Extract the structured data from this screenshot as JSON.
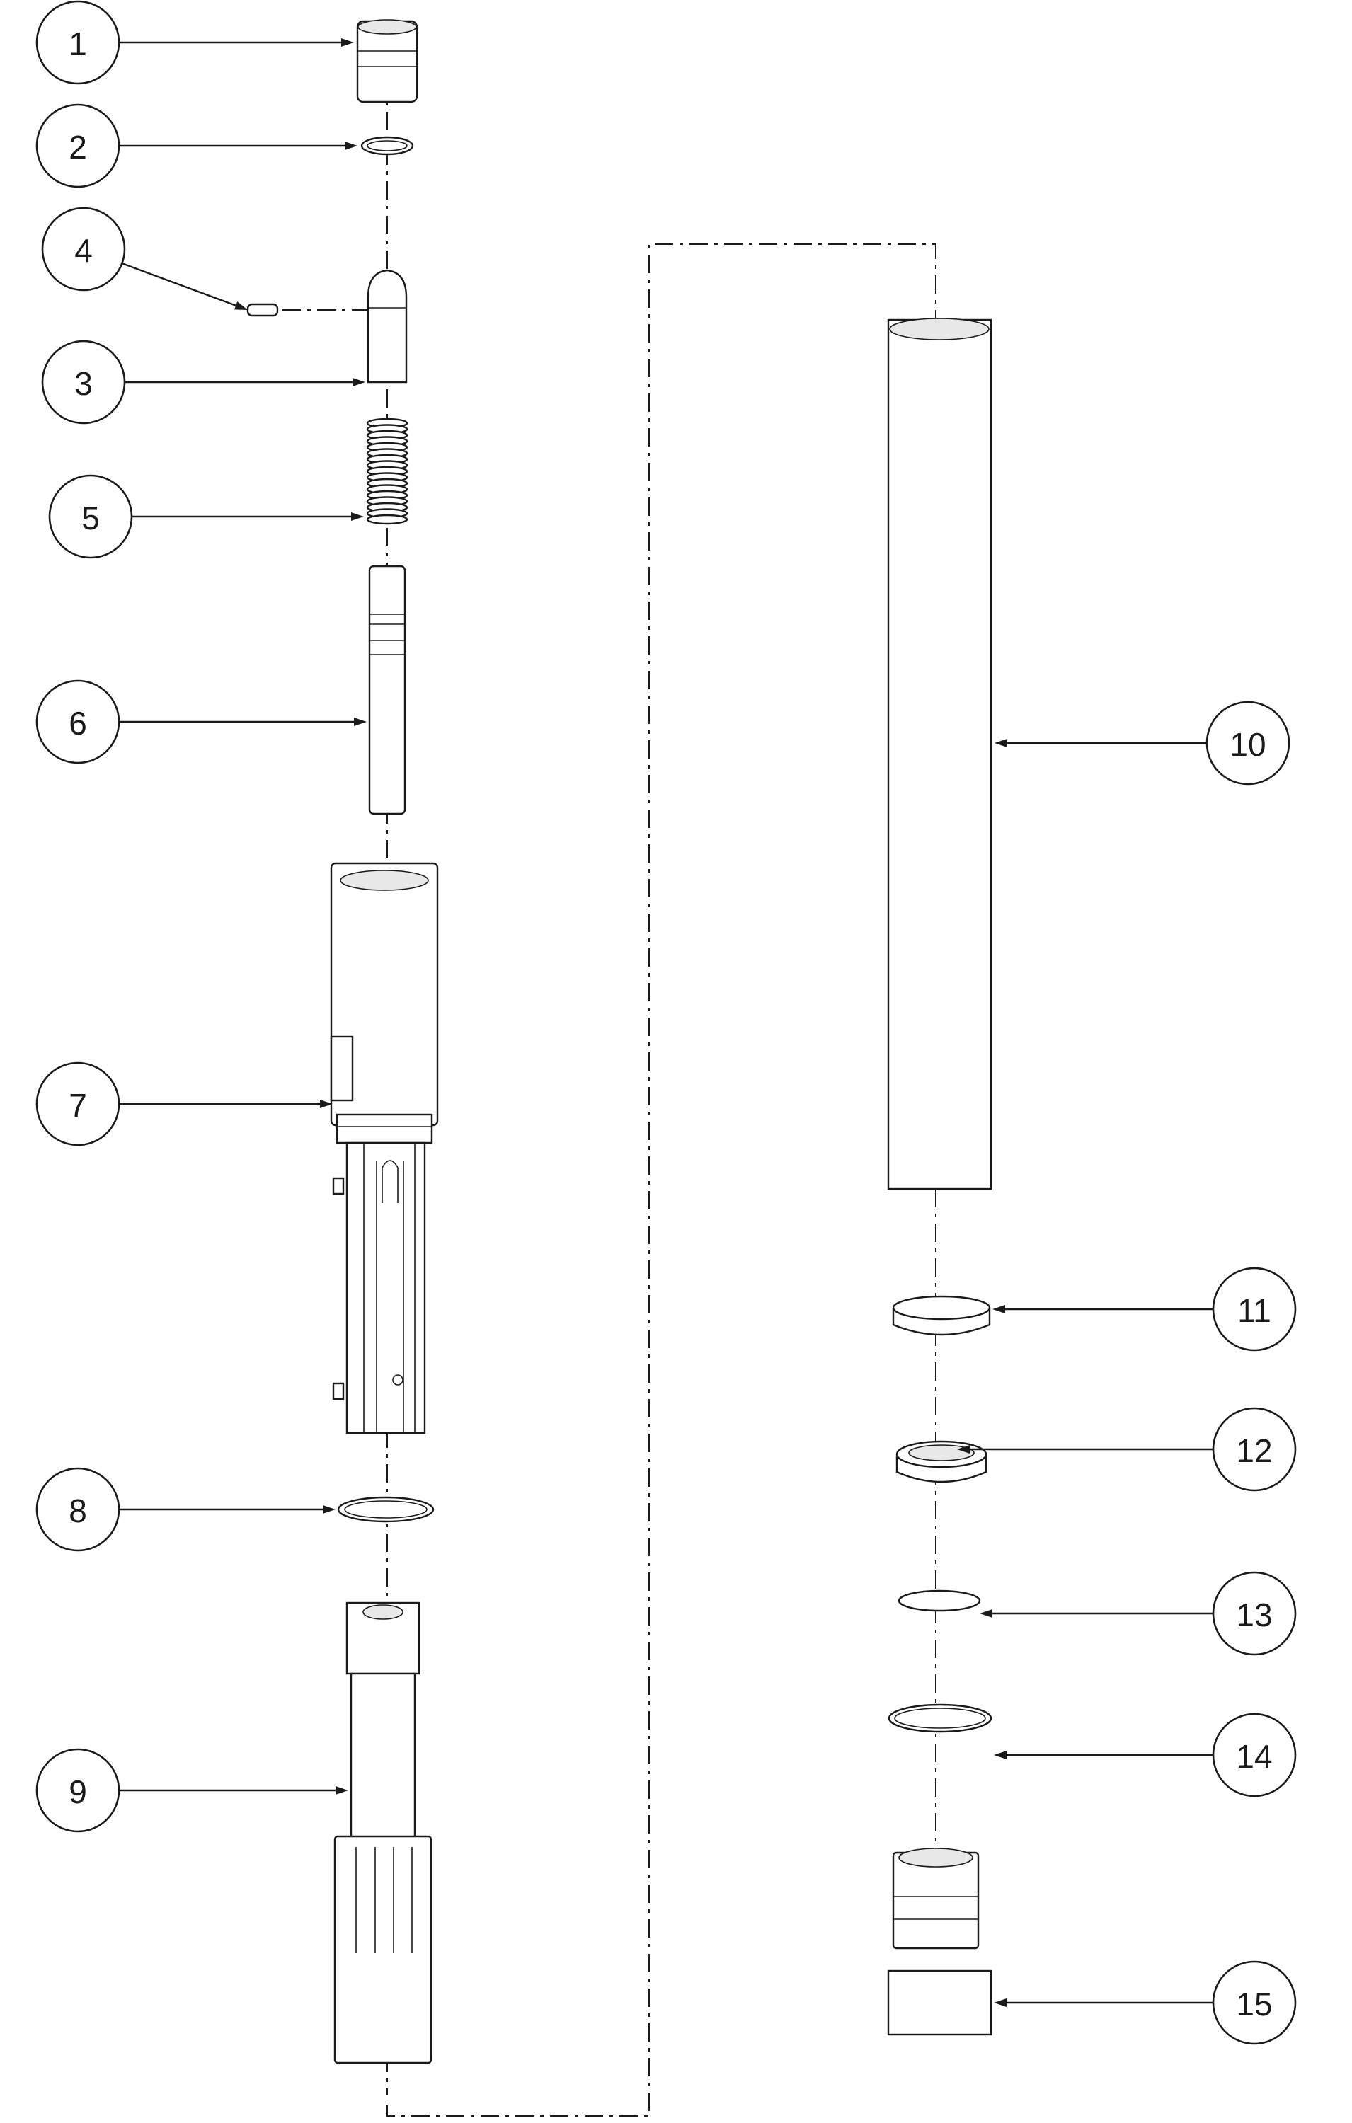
{
  "callouts": [
    {
      "id": "1",
      "label": "1"
    },
    {
      "id": "2",
      "label": "2"
    },
    {
      "id": "3",
      "label": "3"
    },
    {
      "id": "4",
      "label": "4"
    },
    {
      "id": "5",
      "label": "5"
    },
    {
      "id": "6",
      "label": "6"
    },
    {
      "id": "7",
      "label": "7"
    },
    {
      "id": "8",
      "label": "8"
    },
    {
      "id": "9",
      "label": "9"
    },
    {
      "id": "10",
      "label": "10"
    },
    {
      "id": "11",
      "label": "11"
    },
    {
      "id": "12",
      "label": "12"
    },
    {
      "id": "13",
      "label": "13"
    },
    {
      "id": "14",
      "label": "14"
    },
    {
      "id": "15",
      "label": "15"
    }
  ],
  "colors": {
    "ink": "#1a1a1a",
    "paper": "#ffffff"
  }
}
